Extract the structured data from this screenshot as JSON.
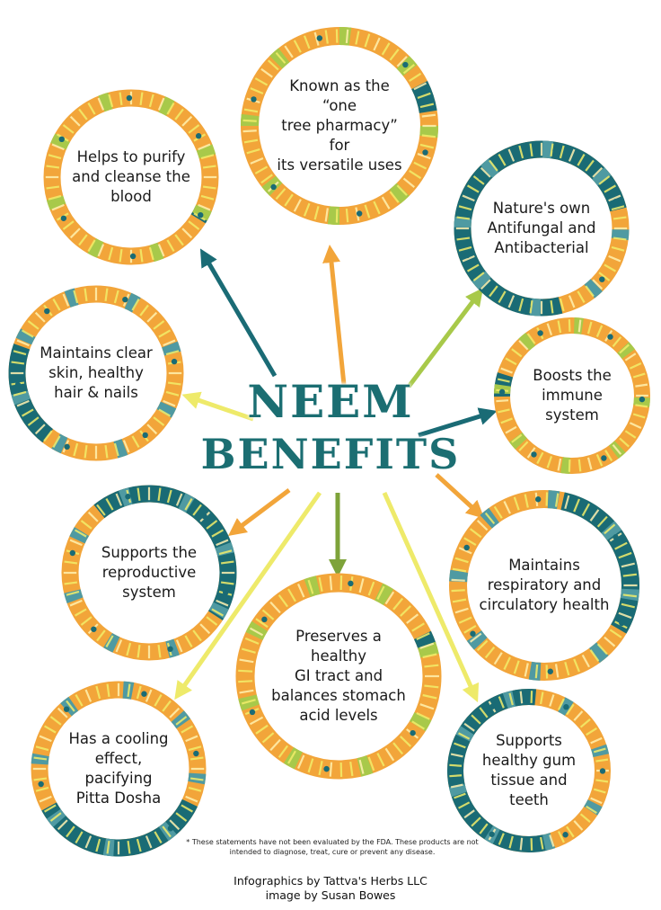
{
  "title": {
    "line1": "NEEM",
    "line2": "BENEFITS"
  },
  "benefits": [
    {
      "text": "Known as the “one\ntree pharmacy” for\nits versatile uses"
    },
    {
      "text": "Helps to purify\nand cleanse the\nblood"
    },
    {
      "text": "Nature's own\nAntifungal and\nAntibacterial"
    },
    {
      "text": "Maintains clear\nskin, healthy\nhair & nails"
    },
    {
      "text": "Boosts the\nimmune\nsystem"
    },
    {
      "text": "Supports the\nreproductive\nsystem"
    },
    {
      "text": "Maintains\nrespiratory and\ncirculatory health"
    },
    {
      "text": "Preserves a healthy\nGI tract and\nbalances stomach\nacid levels"
    },
    {
      "text": "Has a cooling\neffect, pacifying\nPitta Dosha"
    },
    {
      "text": "Supports\nhealthy gum\ntissue and\nteeth"
    }
  ],
  "disclaimer": "* These statements have not been evaluated by the FDA. These products are not intended to diagnose, treat, cure or prevent any disease.",
  "credits": {
    "line1": "Infographics by Tattva's Herbs LLC",
    "line2": "image by Susan Bowes"
  },
  "colors": {
    "orange": "#f2a53a",
    "teal": "#1a6b75",
    "lime": "#a8c94a",
    "yellow": "#f3ee6a",
    "cream": "#fff2b0",
    "title": "#1b6e72"
  }
}
